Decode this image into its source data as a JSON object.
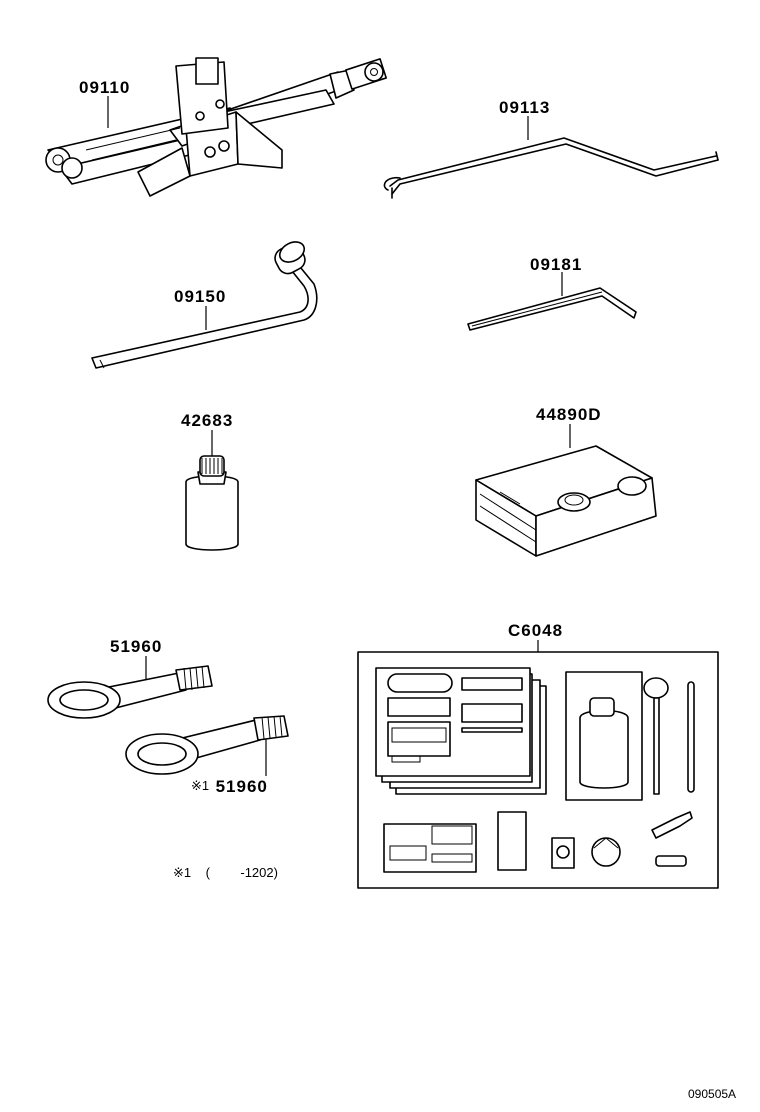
{
  "parts": [
    {
      "id": "jack",
      "number": "09110"
    },
    {
      "id": "jack-handle",
      "number": "09113"
    },
    {
      "id": "lug-wrench",
      "number": "09150"
    },
    {
      "id": "hex-key",
      "number": "09181"
    },
    {
      "id": "sealant-bottle",
      "number": "42683"
    },
    {
      "id": "compressor",
      "number": "44890D"
    },
    {
      "id": "towing-eye-1",
      "number": "51960"
    },
    {
      "id": "towing-eye-2",
      "number": "51960",
      "mark": "※1"
    },
    {
      "id": "repair-kit",
      "number": "C6048"
    }
  ],
  "footnote": {
    "mark": "※1",
    "open": "(",
    "range": "-1202)"
  },
  "diagram_ref": "090505A"
}
